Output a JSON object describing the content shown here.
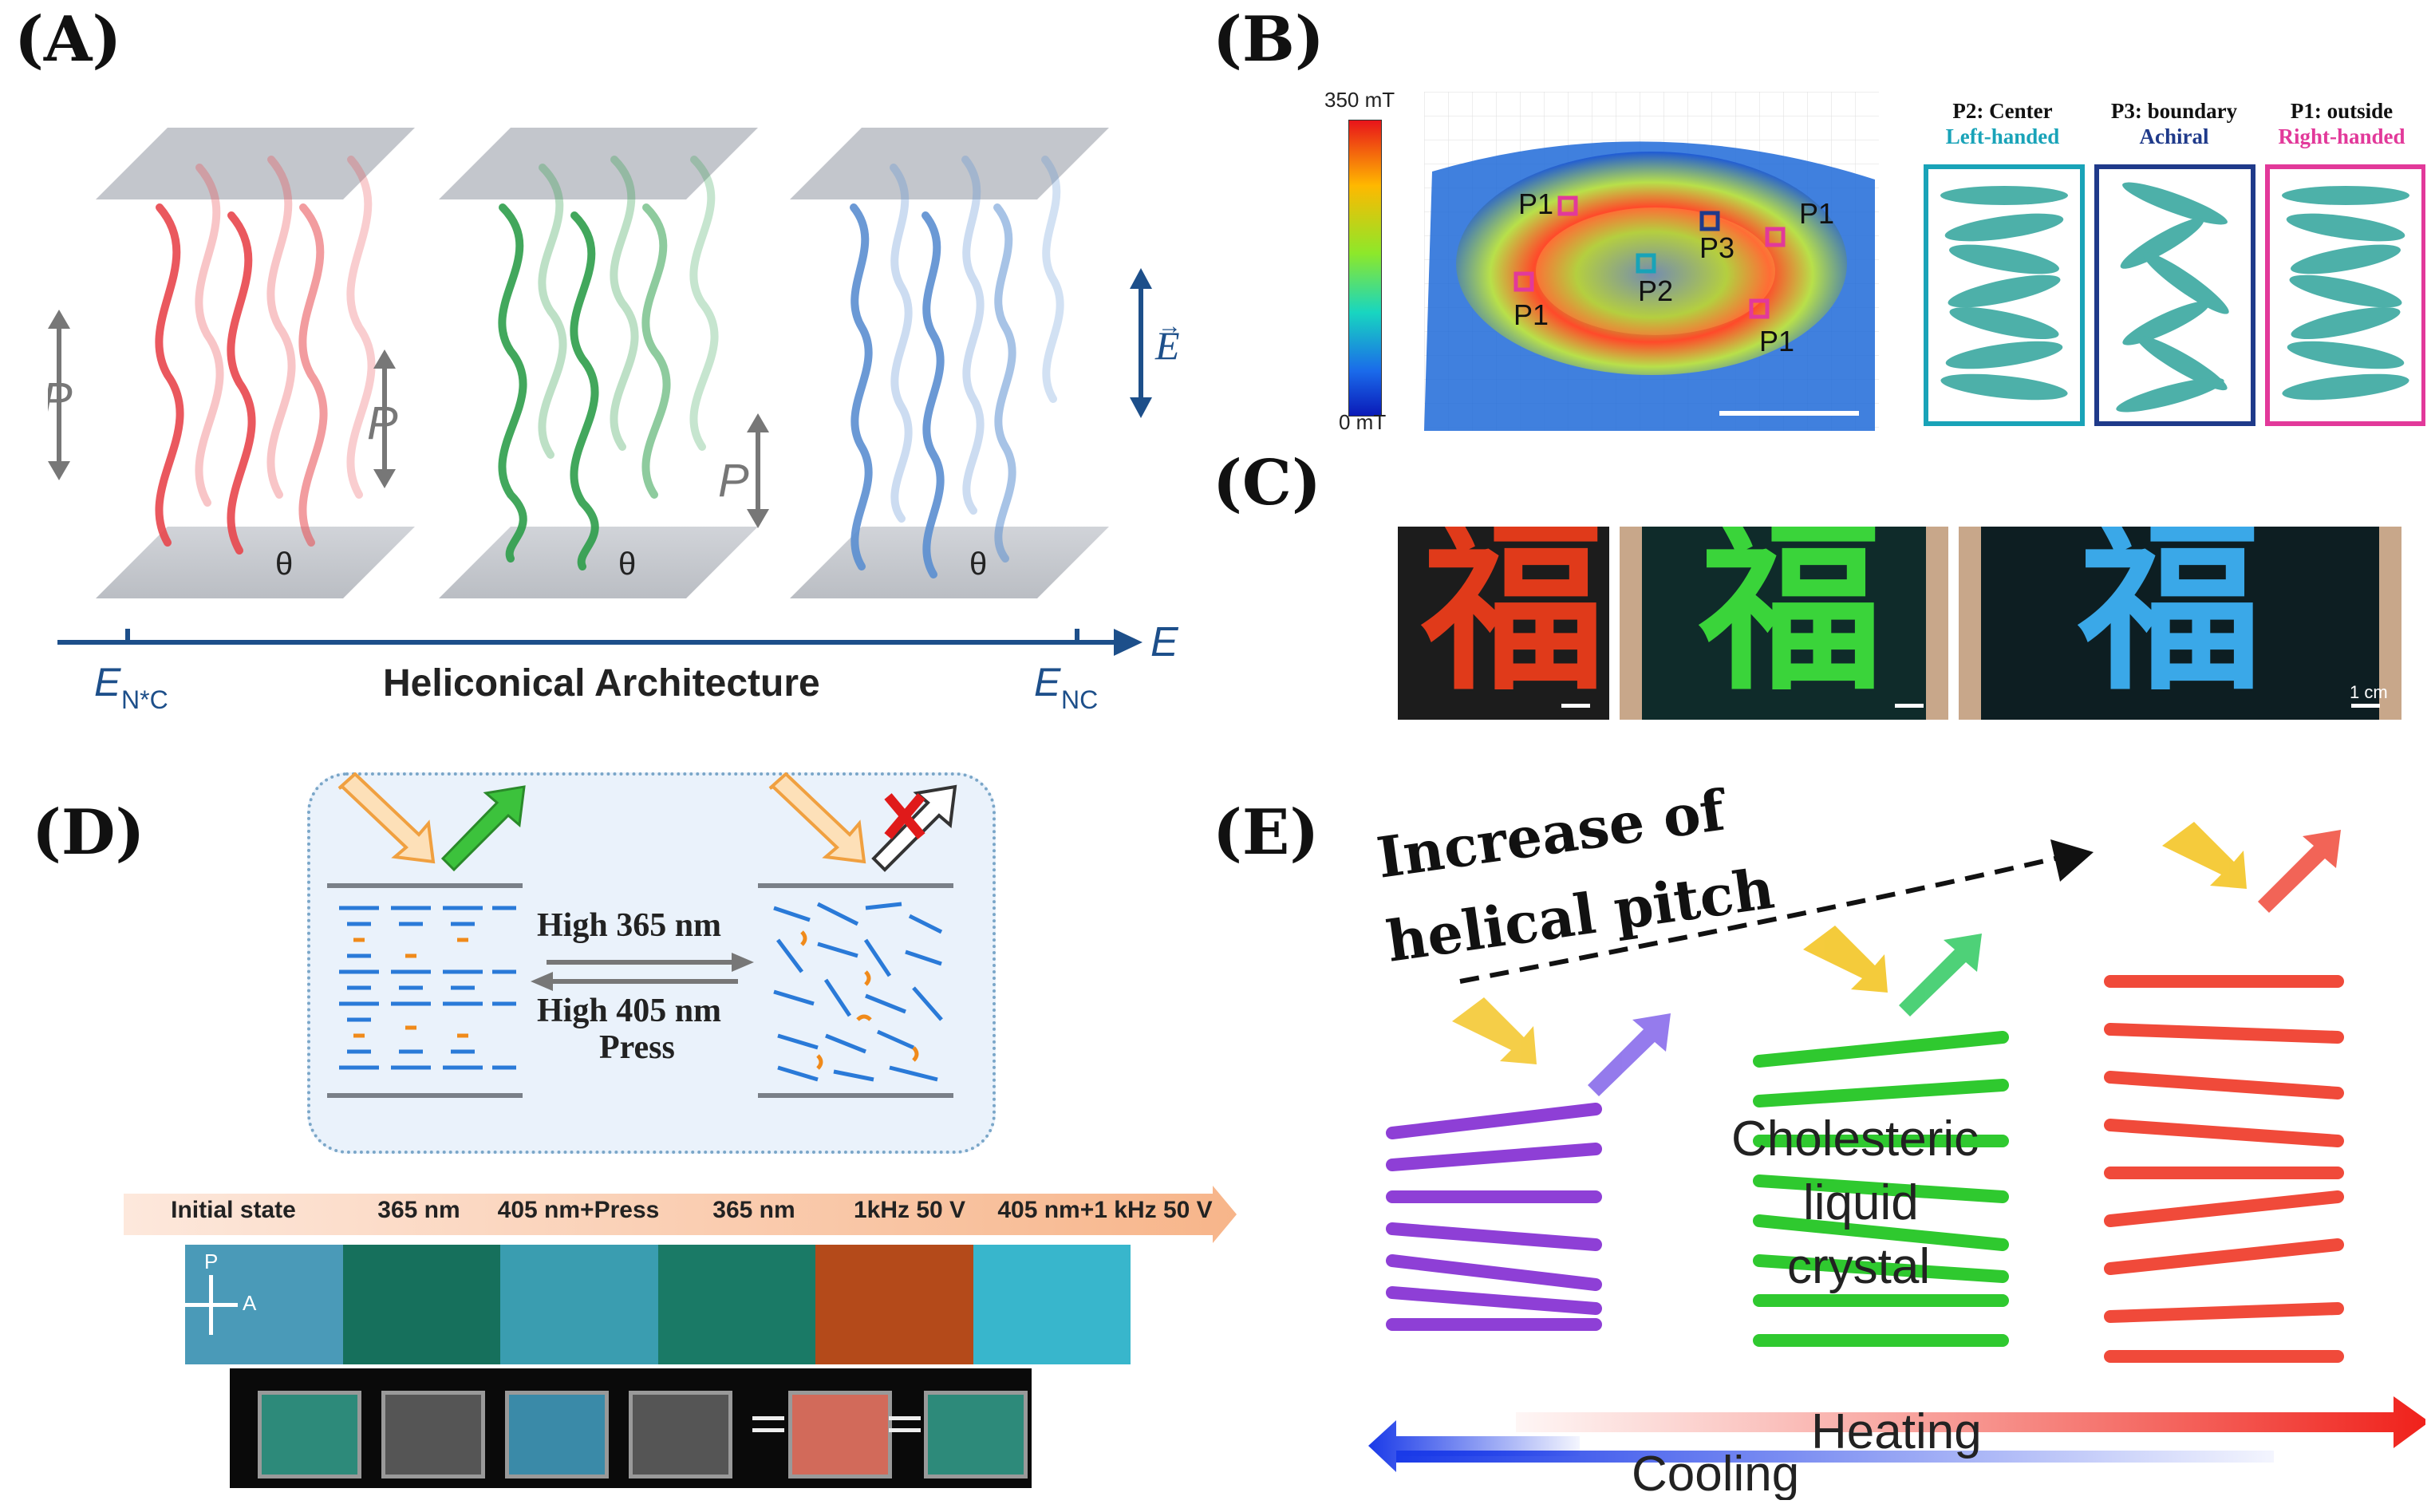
{
  "panels": {
    "A": {
      "label": "(A)",
      "pitch_label": "P",
      "angle_label": "θ",
      "field_label": "E",
      "axis_end_label": "E",
      "e_nc_star": "E",
      "e_nc_star_sub": "N*C",
      "e_nc": "E",
      "e_nc_sub": "NC",
      "title": "Heliconical Architecture",
      "colors": [
        "#e8474d",
        "#2e9e4b",
        "#5b8fd1"
      ]
    },
    "B": {
      "label": "(B)",
      "scale_max": "350 mT",
      "scale_min": "0 mT",
      "points": [
        "P1",
        "P1",
        "P1",
        "P1",
        "P2",
        "P3"
      ],
      "columns": [
        {
          "title": "P2: Center",
          "subtitle": "Left-handed",
          "color": "#19a3b8"
        },
        {
          "title": "P3: boundary",
          "subtitle": "Achiral",
          "color": "#1f3a8a"
        },
        {
          "title": "P1: outside",
          "subtitle": "Right-handed",
          "color": "#e2399a"
        }
      ]
    },
    "C": {
      "label": "(C)",
      "character": "福",
      "scale_text": "1 cm"
    },
    "D": {
      "label": "(D)",
      "forward": "High 365 nm",
      "backward_1": "High 405 nm",
      "backward_2": "Press",
      "steps": [
        "Initial state",
        "365 nm",
        "405 nm+Press",
        "365 nm",
        "1kHz 50 V",
        "405 nm+1 kHz 50 V"
      ],
      "polarizer": "P",
      "analyzer": "A",
      "strip_colors": [
        "#4a9ab8",
        "#16705c",
        "#3a9db0",
        "#1a7a66",
        "#b44a1a",
        "#38b6cc"
      ],
      "device_colors": [
        "#2d8a7a",
        "#555",
        "#3a8aa8",
        "#555",
        "#d26a5a",
        "#2d8a7a"
      ]
    },
    "E": {
      "label": "(E)",
      "pitch_text_1": "Increase of",
      "pitch_text_2": "helical pitch",
      "lc_1": "Cholesteric",
      "lc_2": "liquid",
      "lc_3": "crystal",
      "heating": "Heating",
      "cooling": "Cooling",
      "colors": [
        "#8e3fd6",
        "#2fc92f",
        "#f04a3a"
      ]
    }
  }
}
